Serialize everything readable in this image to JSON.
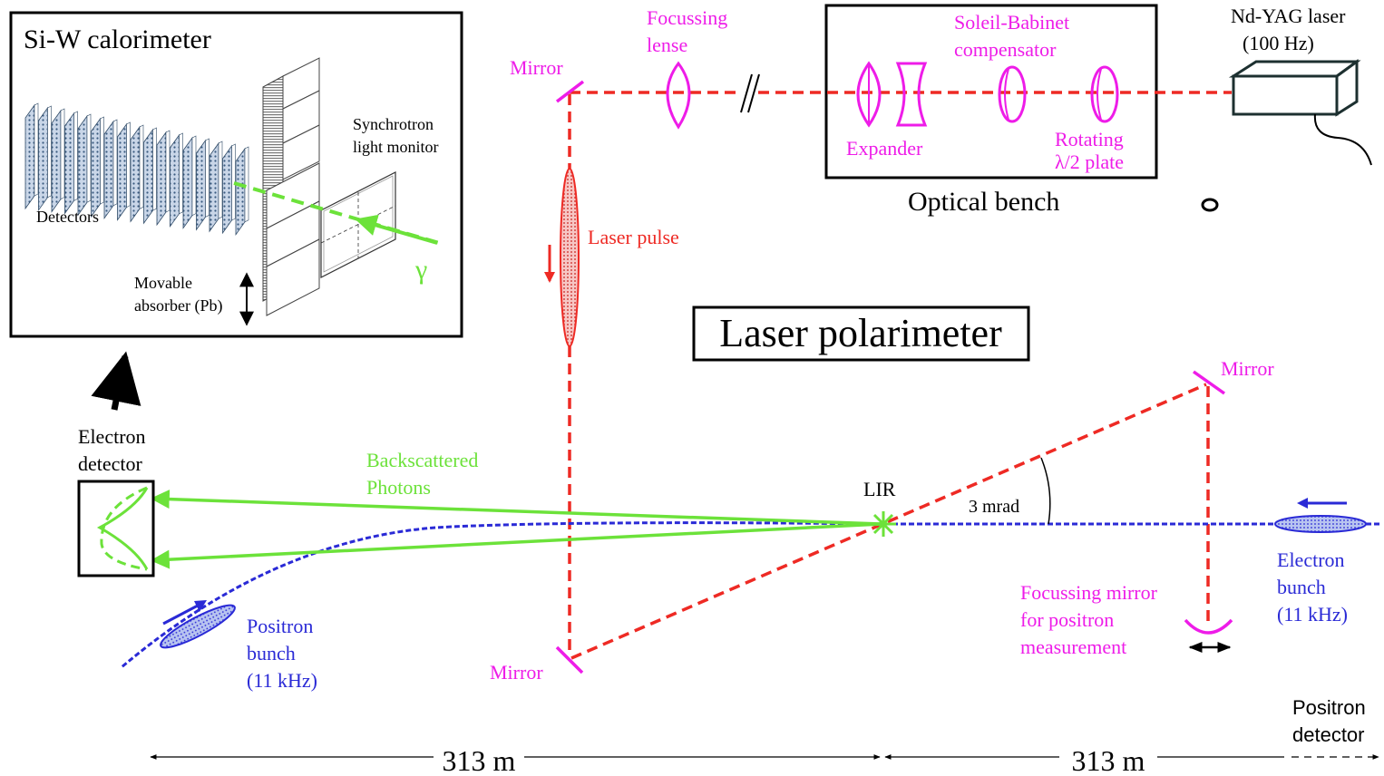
{
  "colors": {
    "laser": "#ee2a24",
    "optics": "#ee1ce8",
    "photon": "#6ce23a",
    "beam": "#2a2ad6",
    "black": "#000000"
  },
  "calorimeter": {
    "title": "Si-W calorimeter",
    "synchrotron_line1": "Synchrotron",
    "synchrotron_line2": "light monitor",
    "detectors": "Detectors",
    "movable_line1": "Movable",
    "movable_line2": "absorber (Pb)",
    "gamma": "γ"
  },
  "optics": {
    "mirror_top_left": "Mirror",
    "focussing_line1": "Focussing",
    "focussing_line2": "lense",
    "soleil_line1": "Soleil-Babinet",
    "soleil_line2": "compensator",
    "expander": "Expander",
    "rotating_line1": "Rotating",
    "rotating_line2": "λ/2 plate",
    "optical_bench": "Optical bench",
    "laser_line1": "Nd-YAG laser",
    "laser_line2": "(100 Hz)",
    "laser_pulse": "Laser pulse",
    "mirror_right": "Mirror",
    "mirror_bottom": "Mirror",
    "focussing_mirror_line1": "Focussing mirror",
    "focussing_mirror_line2": "for positron",
    "focussing_mirror_line3": "measurement"
  },
  "main": {
    "title": "Laser polarimeter",
    "lir": "LIR",
    "angle": "3 mrad",
    "backscattered_line1": "Backscattered",
    "backscattered_line2": "Photons",
    "electron_detector_line1": "Electron",
    "electron_detector_line2": "detector",
    "electron_bunch_line1": "Electron",
    "electron_bunch_line2": "bunch",
    "electron_bunch_line3": "(11 kHz)",
    "positron_bunch_line1": "Positron",
    "positron_bunch_line2": "bunch",
    "positron_bunch_line3": "(11 kHz)",
    "positron_detector_line1": "Positron",
    "positron_detector_line2": "detector",
    "distance_left": "313 m",
    "distance_right": "313 m"
  }
}
